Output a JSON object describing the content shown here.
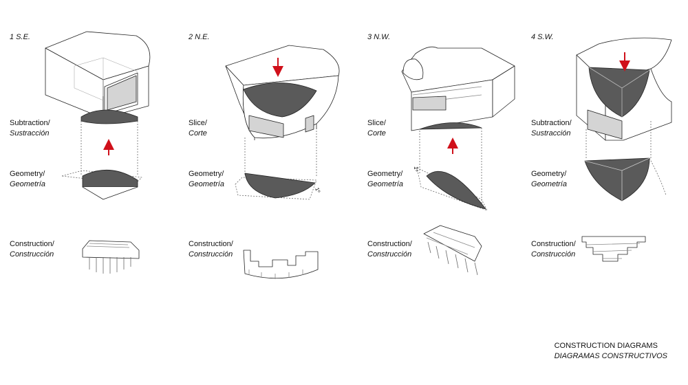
{
  "columns": [
    {
      "title": "1 S.E.",
      "step1_en": "Subtraction/",
      "step1_es": "Sustracción",
      "geometry_en": "Geometry/",
      "geometry_es": "Geometría",
      "construction_en": "Construction/",
      "construction_es": "Construcción"
    },
    {
      "title": "2 N.E.",
      "step1_en": "Slice/",
      "step1_es": "Corte",
      "geometry_en": "Geometry/",
      "geometry_es": "Geometría",
      "construction_en": "Construction/",
      "construction_es": "Construcción",
      "angle_label": "1º"
    },
    {
      "title": "3 N.W.",
      "step1_en": "Slice/",
      "step1_es": "Corte",
      "geometry_en": "Geometry/",
      "geometry_es": "Geometría",
      "construction_en": "Construction/",
      "construction_es": "Construcción",
      "angle_label": "1º"
    },
    {
      "title": "4 S.W.",
      "step1_en": "Subtraction/",
      "step1_es": "Sustracción",
      "geometry_en": "Geometry/",
      "geometry_es": "Geometría",
      "construction_en": "Construction/",
      "construction_es": "Construcción"
    }
  ],
  "footer": {
    "title_en": "CONSTRUCTION DIAGRAMS",
    "title_es": "DIAGRAMAS CONSTRUCTIVOS"
  },
  "colors": {
    "arrow": "#d0101a",
    "fill_dark": "#5a5a5a",
    "fill_light": "#d4d4d4",
    "line": "#222222"
  }
}
